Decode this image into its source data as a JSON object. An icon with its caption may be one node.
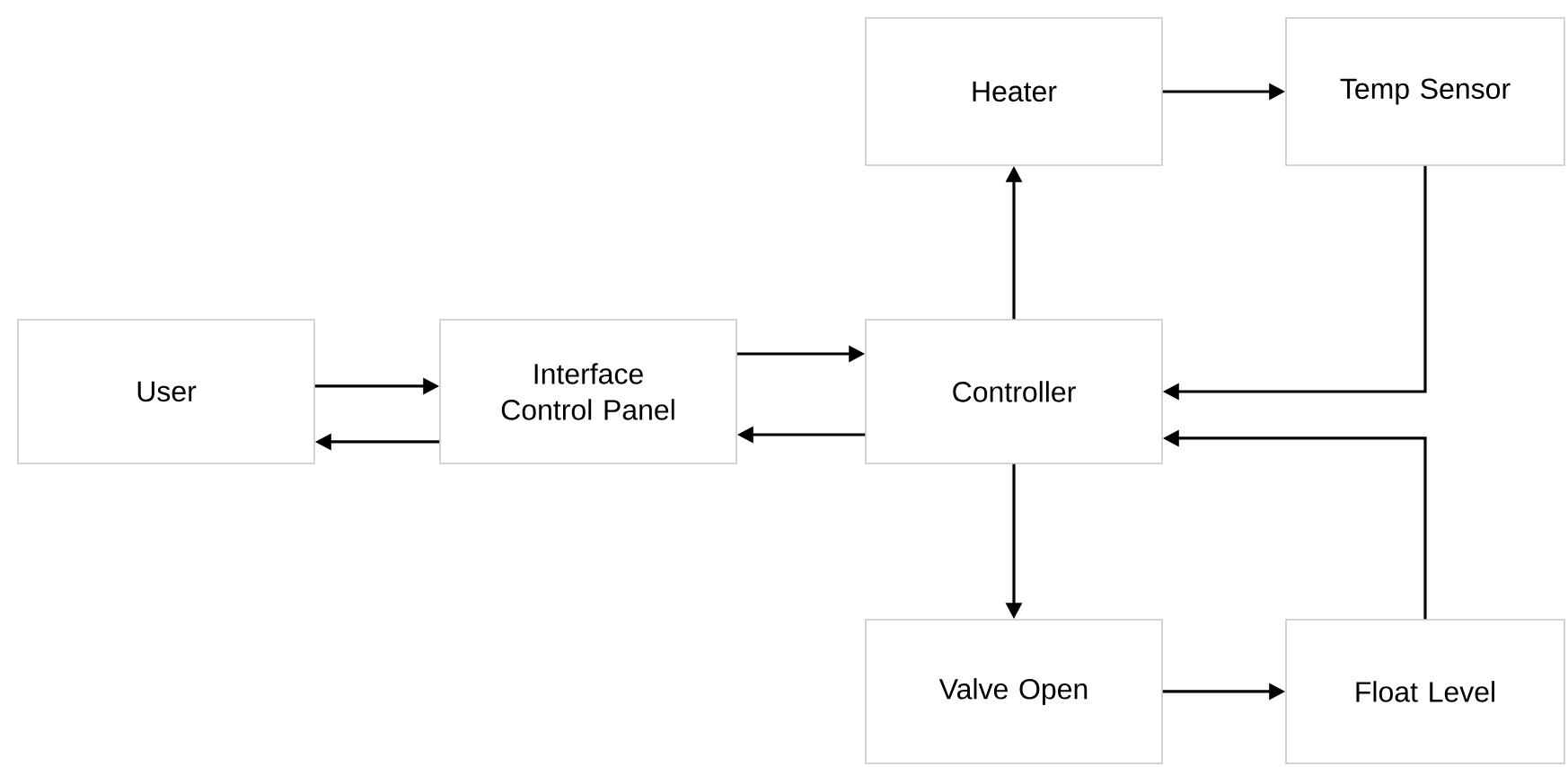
{
  "diagram": {
    "nodes": [
      {
        "text": [
          "User"
        ]
      },
      {
        "text": [
          "Interface Control Panel"
        ]
      },
      {
        "text": [
          "Controller"
        ]
      },
      {
        "text": [
          "Heater"
        ]
      },
      {
        "text": [
          "Temp Sensor"
        ]
      },
      {
        "text": [
          "Valve Open"
        ]
      },
      {
        "text": [
          "Float Level"
        ]
      }
    ],
    "edges": [
      {
        "from": 0,
        "to": 1,
        "arrow": "to"
      },
      {
        "from": 1,
        "to": 0,
        "arrow": "to"
      },
      {
        "from": 1,
        "to": 2,
        "arrow": "to"
      },
      {
        "from": 2,
        "to": 1,
        "arrow": "to"
      },
      {
        "from": 2,
        "to": 3,
        "arrow": "to"
      },
      {
        "from": 3,
        "to": 4,
        "arrow": "to"
      },
      {
        "from": 4,
        "to": 2,
        "arrow": "to"
      },
      {
        "from": 2,
        "to": 5,
        "arrow": "to"
      },
      {
        "from": 5,
        "to": 6,
        "arrow": "to"
      },
      {
        "from": 6,
        "to": 2,
        "arrow": "to"
      }
    ]
  }
}
